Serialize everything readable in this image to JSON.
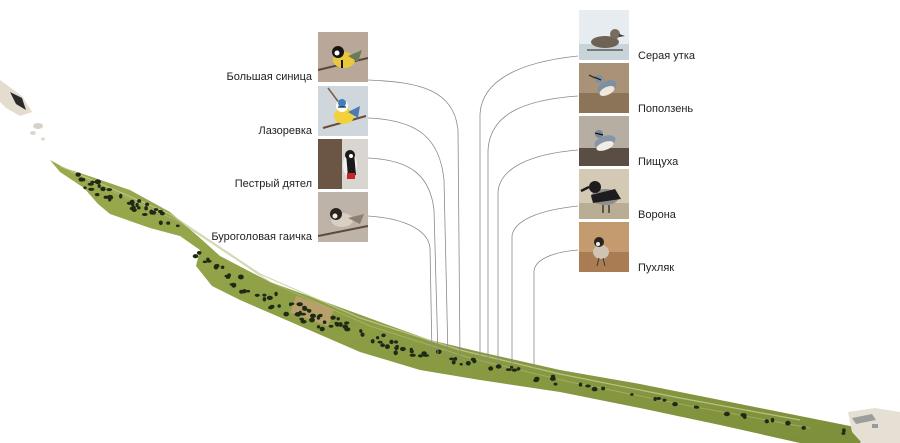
{
  "birds_left": [
    {
      "id": "great-tit",
      "name": "Большая синица",
      "photo": "great-tit-photo"
    },
    {
      "id": "blue-tit",
      "name": "Лазоревка",
      "photo": "blue-tit-photo"
    },
    {
      "id": "woodpecker",
      "name": "Пестрый дятел",
      "photo": "woodpecker-photo"
    },
    {
      "id": "willow-tit",
      "name": "Буроголовая гаичка",
      "photo": "willow-tit-photo"
    }
  ],
  "birds_right": [
    {
      "id": "gadwall",
      "name": "Серая утка",
      "photo": "gadwall-photo"
    },
    {
      "id": "nuthatch",
      "name": "Поползень",
      "photo": "nuthatch-photo"
    },
    {
      "id": "treecreeper",
      "name": "Пищуха",
      "photo": "treecreeper-photo"
    },
    {
      "id": "crow",
      "name": "Ворона",
      "photo": "crow-photo"
    },
    {
      "id": "pukhlyak",
      "name": "Пухляк",
      "photo": "pukhlyak-photo"
    }
  ],
  "colors": {
    "grass": "#7d8f3a",
    "grass_light": "#9aab4e",
    "trees": "#1f2a16",
    "leader_line": "#8a8a8a",
    "label_text": "#222222"
  }
}
